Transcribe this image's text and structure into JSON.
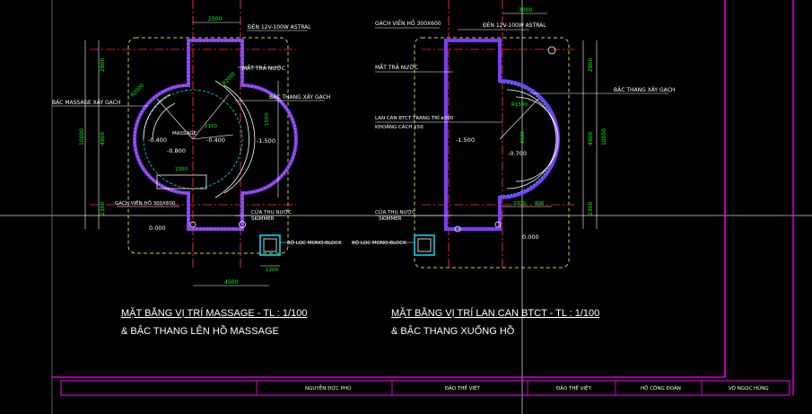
{
  "left_plan": {
    "title_line1": "MẶT BẰNG VỊ TRÍ MASSAGE  - TL : 1/100",
    "title_line2": "& BẬC THANG LÊN HỒ MASSAGE",
    "labels": {
      "den": "ĐÈN 12V-100W ASTRAL",
      "mat_tran": "MẮT TRẢ NƯỚC",
      "bac_thang": "BẬC THANG XÂY GẠCH",
      "bac_massage": "BẬC MASSAGE XÂY GẠCH",
      "massage": "MASSAGE",
      "gach_vien": "GẠCH VIỀN HỒ 300X600",
      "cua_thu": "CỬA THU NƯỚC",
      "skimmer": "SKIMMER",
      "bo_loc": "BỘ LỌC MONO-BLOCK"
    },
    "dims": {
      "top": "2500",
      "left_1": "2800",
      "left_2": "4900",
      "left_3": "2300",
      "left_total": "10000",
      "bottom": "4500",
      "bottom_small": "1200",
      "d1": "2100",
      "d2": "1050",
      "r1": "R2000",
      "r2": "R2000",
      "el1": "-0.400",
      "el2": "-0.400",
      "el3": "-0.800",
      "el4": "-1.500",
      "el5": "0.000",
      "side": "1500"
    }
  },
  "right_plan": {
    "title_line1": "MẶT BẰNG VỊ TRÍ LAN CAN BTCT  - TL : 1/100",
    "title_line2": "& BẬC THANG XUỐNG HỒ",
    "labels": {
      "gach_vien": "GẠCH VIỀN HỒ 300X600",
      "den": "ĐÈN 12V-100W ASTRAL",
      "mat_tran": "MẮT TRẢ NƯỚC",
      "bac_thang": "BẬC THANG XÂY GẠCH",
      "lan_can": "LAN CAN BTCT TRANG TRÍ ø300",
      "khoang_cach": "KHOẢNG CÁCH 150",
      "cua_thu": "CỬA THU NƯỚC",
      "skimmer": "SKIMMER",
      "bo_loc": "BỘ LỌC MONO-BLOCK"
    },
    "dims": {
      "top": "3000",
      "right_1": "2800",
      "right_2": "4900",
      "right_3": "2300",
      "right_total": "10000",
      "bottom_a": "2200",
      "bottom_b": "800",
      "r": "R1500",
      "el1": "-1.500",
      "el2": "-0.700",
      "el3": "0.000",
      "side": "4900"
    }
  },
  "title_block": {
    "cells": [
      "NGUYỄN ĐỨC PHÚ",
      "ĐÀO THẾ VIỆT",
      "ĐÀO THẾ VIỆT",
      "HỒ CÔNG ĐOÀN",
      "VÕ NGỌC HÙNG"
    ]
  },
  "colors": {
    "background": "#000000",
    "pool_wall": "#7b3cff",
    "boundary": "#c8d23c",
    "dimension": "#ffffff",
    "dim_value": "#00ff00",
    "center_line": "#ff3030",
    "filter": "#00e5ff",
    "border": "#ff00ff"
  }
}
